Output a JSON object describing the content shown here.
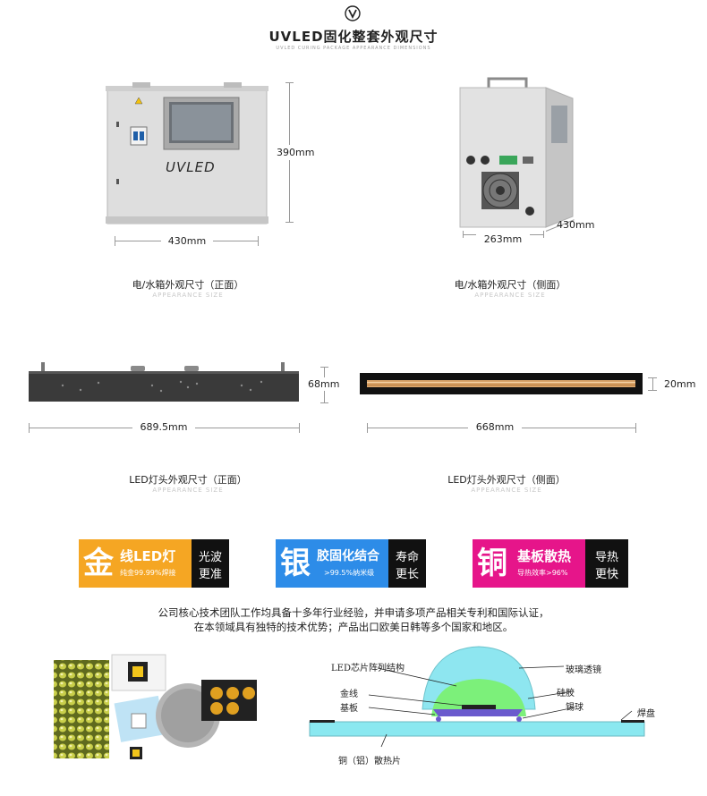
{
  "header": {
    "title": "UVLED固化整套外观尺寸",
    "subtitle": "UVLED CURING PACKAGE APPEARANCE DIMENSIONS"
  },
  "cabinet_front": {
    "logo_text": "UVLED",
    "height_label": "390mm",
    "width_label": "430mm",
    "caption": "电/水箱外观尺寸（正面）",
    "caption_sub": "APPEARANCE SIZE"
  },
  "cabinet_side": {
    "width_label": "263mm",
    "depth_label": "430mm",
    "caption": "电/水箱外观尺寸（侧面）",
    "caption_sub": "APPEARANCE SIZE"
  },
  "lamp_front": {
    "height_label": "68mm",
    "length_label": "689.5mm",
    "caption": "LED灯头外观尺寸（正面）",
    "caption_sub": "APPEARANCE SIZE"
  },
  "lamp_side": {
    "height_label": "20mm",
    "length_label": "668mm",
    "caption": "LED灯头外观尺寸（侧面）",
    "caption_sub": "APPEARANCE SIZE"
  },
  "features": [
    {
      "big": "金",
      "main": "线LED灯",
      "sub": "纯金99.99%焊接",
      "right1": "光波",
      "right2": "更准",
      "color": "#f5a623"
    },
    {
      "big": "银",
      "main": "胶固化结合",
      "sub": ">99.5%纳米级",
      "right1": "寿命",
      "right2": "更长",
      "color": "#2d8ce8"
    },
    {
      "big": "铜",
      "main": "基板散热",
      "sub": "导热效率>96%",
      "right1": "导热",
      "right2": "更快",
      "color": "#e6158a"
    }
  ],
  "description": {
    "line1": "公司核心技术团队工作均具备十多年行业经验，并申请多项产品相关专利和国际认证，",
    "line2": "在本领域具有独特的技术优势；产品出口欧美日韩等多个国家和地区。"
  },
  "diagram": {
    "labels": {
      "chip_array": "LED芯片阵列结构",
      "glass_lens": "玻璃透镜",
      "gold_wire": "金线",
      "silicone": "硅胶",
      "substrate": "基板",
      "solder_ball": "锡球",
      "pad": "焊盘",
      "heatsink": "铜（铝）散热片"
    }
  },
  "colors": {
    "cabinet": "#dcdcdc",
    "lamp_body": "#3a3a3a",
    "lamp_glow": "#d9a46a",
    "lens": "#8ee6f0",
    "silicone": "#7cf07a",
    "board": "#8ae8f0"
  }
}
